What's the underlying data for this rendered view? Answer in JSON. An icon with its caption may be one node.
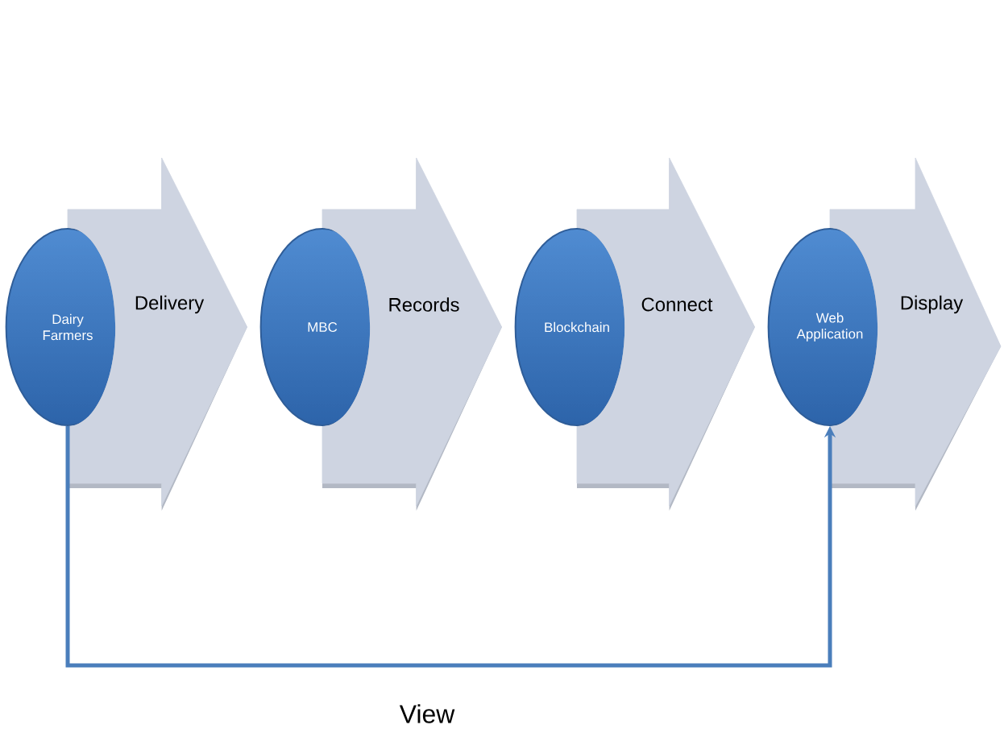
{
  "diagram": {
    "nodes": [
      {
        "text": [
          "Dairy Farmers"
        ]
      },
      {
        "text": [
          "MBC"
        ]
      },
      {
        "text": [
          "Blockchain"
        ]
      },
      {
        "text": [
          "Web Application"
        ]
      }
    ],
    "edges": [
      {
        "from": 0,
        "to": 1,
        "arrow": "to",
        "label": "Delivery",
        "style": "thick"
      },
      {
        "from": 1,
        "to": 2,
        "arrow": "to",
        "label": "Records",
        "style": "thick"
      },
      {
        "from": 2,
        "to": 3,
        "arrow": "to",
        "label": "Connect",
        "style": "thick"
      },
      {
        "from": 3,
        "to": null,
        "arrow": "to",
        "label": "Display",
        "style": "thick"
      },
      {
        "from": 0,
        "to": 3,
        "arrow": "to",
        "label": "View"
      }
    ]
  }
}
